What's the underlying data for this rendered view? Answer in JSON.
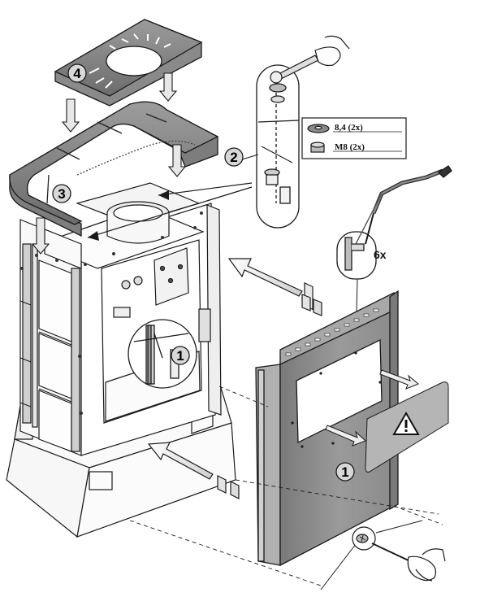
{
  "callouts": {
    "step_1_front": "1",
    "step_1_detail": "1",
    "step_2": "2",
    "step_3": "3",
    "step_4": "4"
  },
  "parts": {
    "washer_label": "8,4 (2x)",
    "nut_label": "M8 (2x)"
  },
  "cut_quantity": "6x",
  "icons": [
    "warning-icon",
    "hacksaw-icon",
    "wrench-icon",
    "screwdriver-icon",
    "washer-icon",
    "nut-icon"
  ],
  "colors": {
    "panel_gray": "#8f8f8f",
    "panel_dark": "#6e6e6e",
    "line": "#1a1a1a",
    "callout_fill": "#d8d8d8",
    "arrow_fill": "#e6e6e6"
  }
}
